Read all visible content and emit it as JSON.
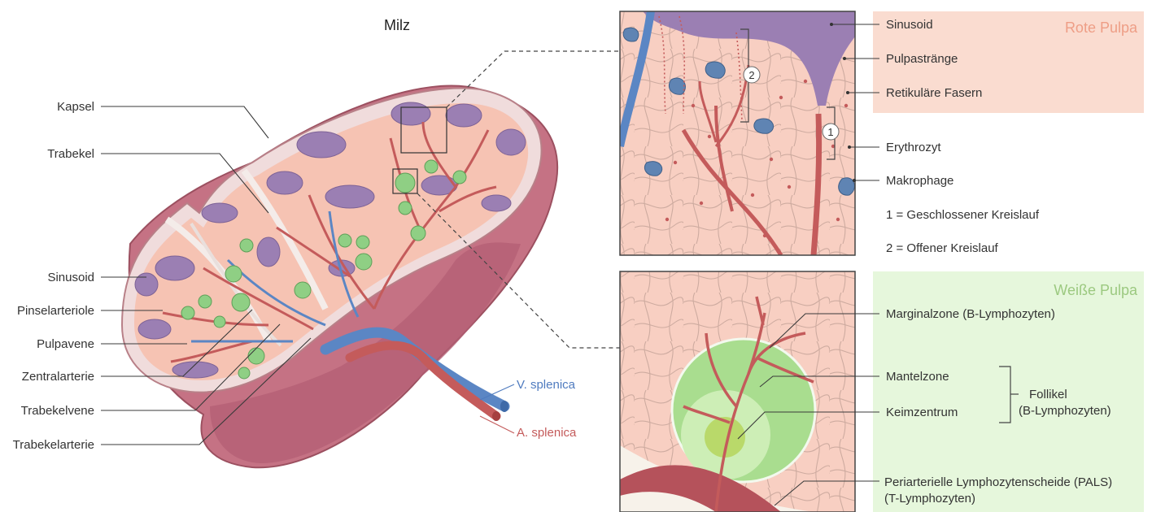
{
  "title": "Milz",
  "left_labels": [
    {
      "id": "kapsel",
      "text": "Kapsel"
    },
    {
      "id": "trabekel",
      "text": "Trabekel"
    },
    {
      "id": "sinusoid",
      "text": "Sinusoid"
    },
    {
      "id": "pinselarteriole",
      "text": "Pinselarteriole"
    },
    {
      "id": "pulpavene",
      "text": "Pulpavene"
    },
    {
      "id": "zentralarterie",
      "text": "Zentralarterie"
    },
    {
      "id": "trabekelvene",
      "text": "Trabekelvene"
    },
    {
      "id": "trabekelarterie",
      "text": "Trabekelarterie"
    }
  ],
  "vessels": {
    "vein": "V. splenica",
    "artery": "A. splenica"
  },
  "red_pulp": {
    "header": "Rote Pulpa",
    "labels": [
      {
        "id": "sinusoid",
        "text": "Sinusoid"
      },
      {
        "id": "pulpastraenge",
        "text": "Pulpastränge"
      },
      {
        "id": "retikulaere-fasern",
        "text": "Retikuläre Fasern"
      },
      {
        "id": "erythrozyt",
        "text": "Erythrozyt"
      },
      {
        "id": "makrophage",
        "text": "Makrophage"
      }
    ],
    "legend": [
      "1 = Geschlossener Kreislauf",
      "2 = Offener Kreislauf"
    ],
    "markers": [
      "1",
      "2"
    ]
  },
  "white_pulp": {
    "header": "Weiße Pulpa",
    "labels": [
      {
        "id": "marginalzone",
        "text": "Marginalzone (B-Lymphozyten)"
      },
      {
        "id": "mantelzone",
        "text": "Mantelzone"
      },
      {
        "id": "keimzentrum",
        "text": "Keimzentrum"
      }
    ],
    "follikel": [
      "Follikel",
      "(B-Lymphozyten)"
    ],
    "pals": [
      "Periarterielle Lymphozytenscheide (PALS)",
      "(T-Lymphozyten)"
    ]
  },
  "colors": {
    "red_pulp_bg": "#fadcd0",
    "red_pulp_header": "#ee9e86",
    "white_pulp_bg": "#e6f7dc",
    "white_pulp_header": "#9cc980",
    "vein": "#5b86c4",
    "artery": "#c45b5b",
    "sinus": "#9a80b4",
    "follicle": "#8fcf84",
    "tissue": "#f6c5b5",
    "capsule": "#cf7e8c"
  }
}
